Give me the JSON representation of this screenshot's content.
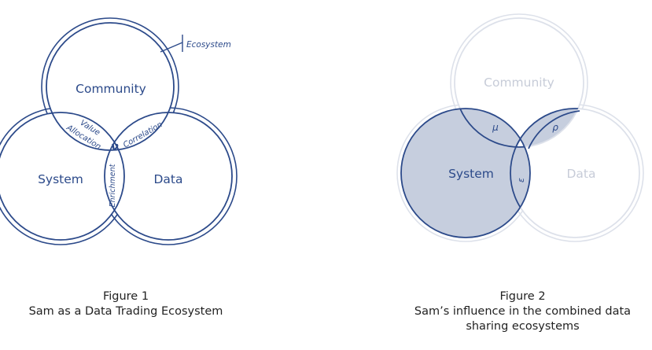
{
  "colors": {
    "primary": "#2c4a8a",
    "faded": "#dde1ea",
    "faded_text": "#c7ccd8",
    "fill": "#c6cede"
  },
  "figure1": {
    "ecosystem_label": "Ecosystem",
    "circles": {
      "community": "Community",
      "system": "System",
      "data": "Data"
    },
    "intersections": {
      "value_allocation_line1": "Value",
      "value_allocation_line2": "Allocation",
      "correlation": "Correlation",
      "enrichment": "Enrichment",
      "center_symbol": "ν"
    },
    "caption_title": "Figure 1",
    "caption_text": "Sam as a Data Trading Ecosystem"
  },
  "figure2": {
    "circles": {
      "community": "Community",
      "system": "System",
      "data": "Data"
    },
    "symbols": {
      "community_system": "μ",
      "community_data": "ρ",
      "system_data": "ε"
    },
    "caption_title": "Figure 2",
    "caption_line1": "Sam’s influence in the combined data",
    "caption_line2": "sharing ecosystems"
  }
}
